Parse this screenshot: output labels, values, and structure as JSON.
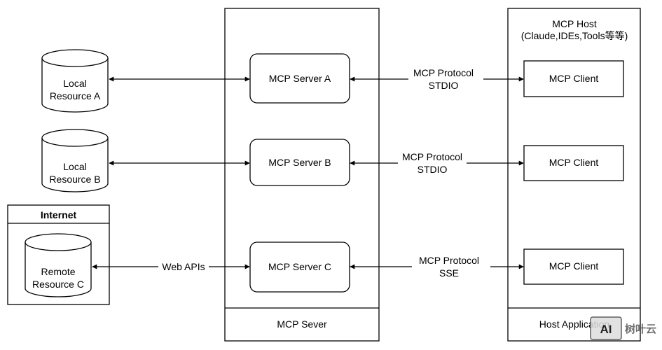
{
  "server_section": {
    "footer_label": "MCP Sever"
  },
  "host_section": {
    "title_line1": "MCP Host",
    "title_line2": "(Claude,IDEs,Tools等等)",
    "footer_label": "Host Application"
  },
  "internet_box": {
    "title": "Internet"
  },
  "resources": [
    {
      "line1": "Local",
      "line2": "Resource A"
    },
    {
      "line1": "Local",
      "line2": "Resource B"
    },
    {
      "line1": "Remote",
      "line2": "Resource C"
    }
  ],
  "servers": [
    {
      "label": "MCP Server A"
    },
    {
      "label": "MCP Server B"
    },
    {
      "label": "MCP Server C"
    }
  ],
  "clients": [
    {
      "label": "MCP Client"
    },
    {
      "label": "MCP Client"
    },
    {
      "label": "MCP Client"
    }
  ],
  "connections": {
    "resource_c_link_label": "Web APIs",
    "protocols": [
      {
        "line1": "MCP Protocol",
        "line2": "STDIO"
      },
      {
        "line1": "MCP Protocol",
        "line2": "STDIO"
      },
      {
        "line1": "MCP Protocol",
        "line2": "SSE"
      }
    ]
  },
  "watermark": {
    "badge": "AI",
    "text": "树叶云"
  }
}
